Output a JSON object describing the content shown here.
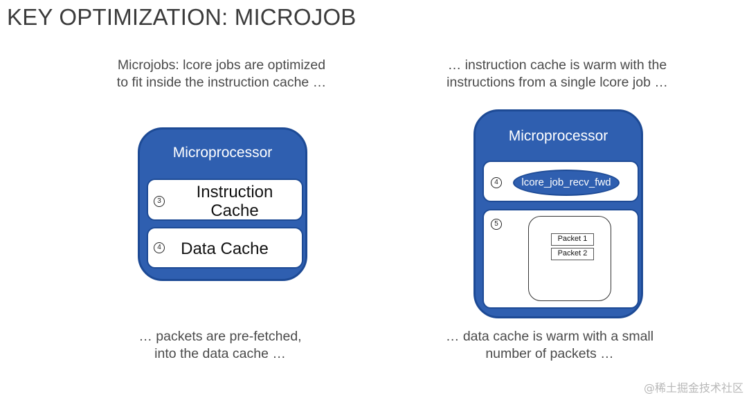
{
  "title": "KEY OPTIMIZATION: MICROJOB",
  "captions": {
    "top_left": [
      "Microjobs: lcore jobs are optimized",
      "to fit inside the instruction cache …"
    ],
    "top_right": [
      "… instruction cache is warm with the",
      "instructions from a single lcore job …"
    ],
    "bottom_left": [
      "… packets are pre-fetched,",
      "into the data cache …"
    ],
    "bottom_right": [
      "… data cache is warm with a small",
      "number of packets …"
    ]
  },
  "left_diagram": {
    "title": "Microprocessor",
    "instruction_cache": {
      "number": "3",
      "label_line1": "Instruction",
      "label_line2": "Cache"
    },
    "data_cache": {
      "number": "4",
      "label": "Data Cache"
    }
  },
  "right_diagram": {
    "title": "Microprocessor",
    "instruction_cache": {
      "number": "4",
      "job_label": "lcore_job_recv_fwd"
    },
    "data_cache": {
      "number": "5",
      "packets": [
        "Packet 1",
        "Packet 2"
      ]
    }
  },
  "watermark": "@稀土掘金技术社区",
  "colors": {
    "processor_fill": "#2f5fb0",
    "processor_border": "#1d4a95",
    "panel_fill": "#ffffff",
    "title_text": "#3b3b3b",
    "caption_text": "#4a4a4a"
  }
}
